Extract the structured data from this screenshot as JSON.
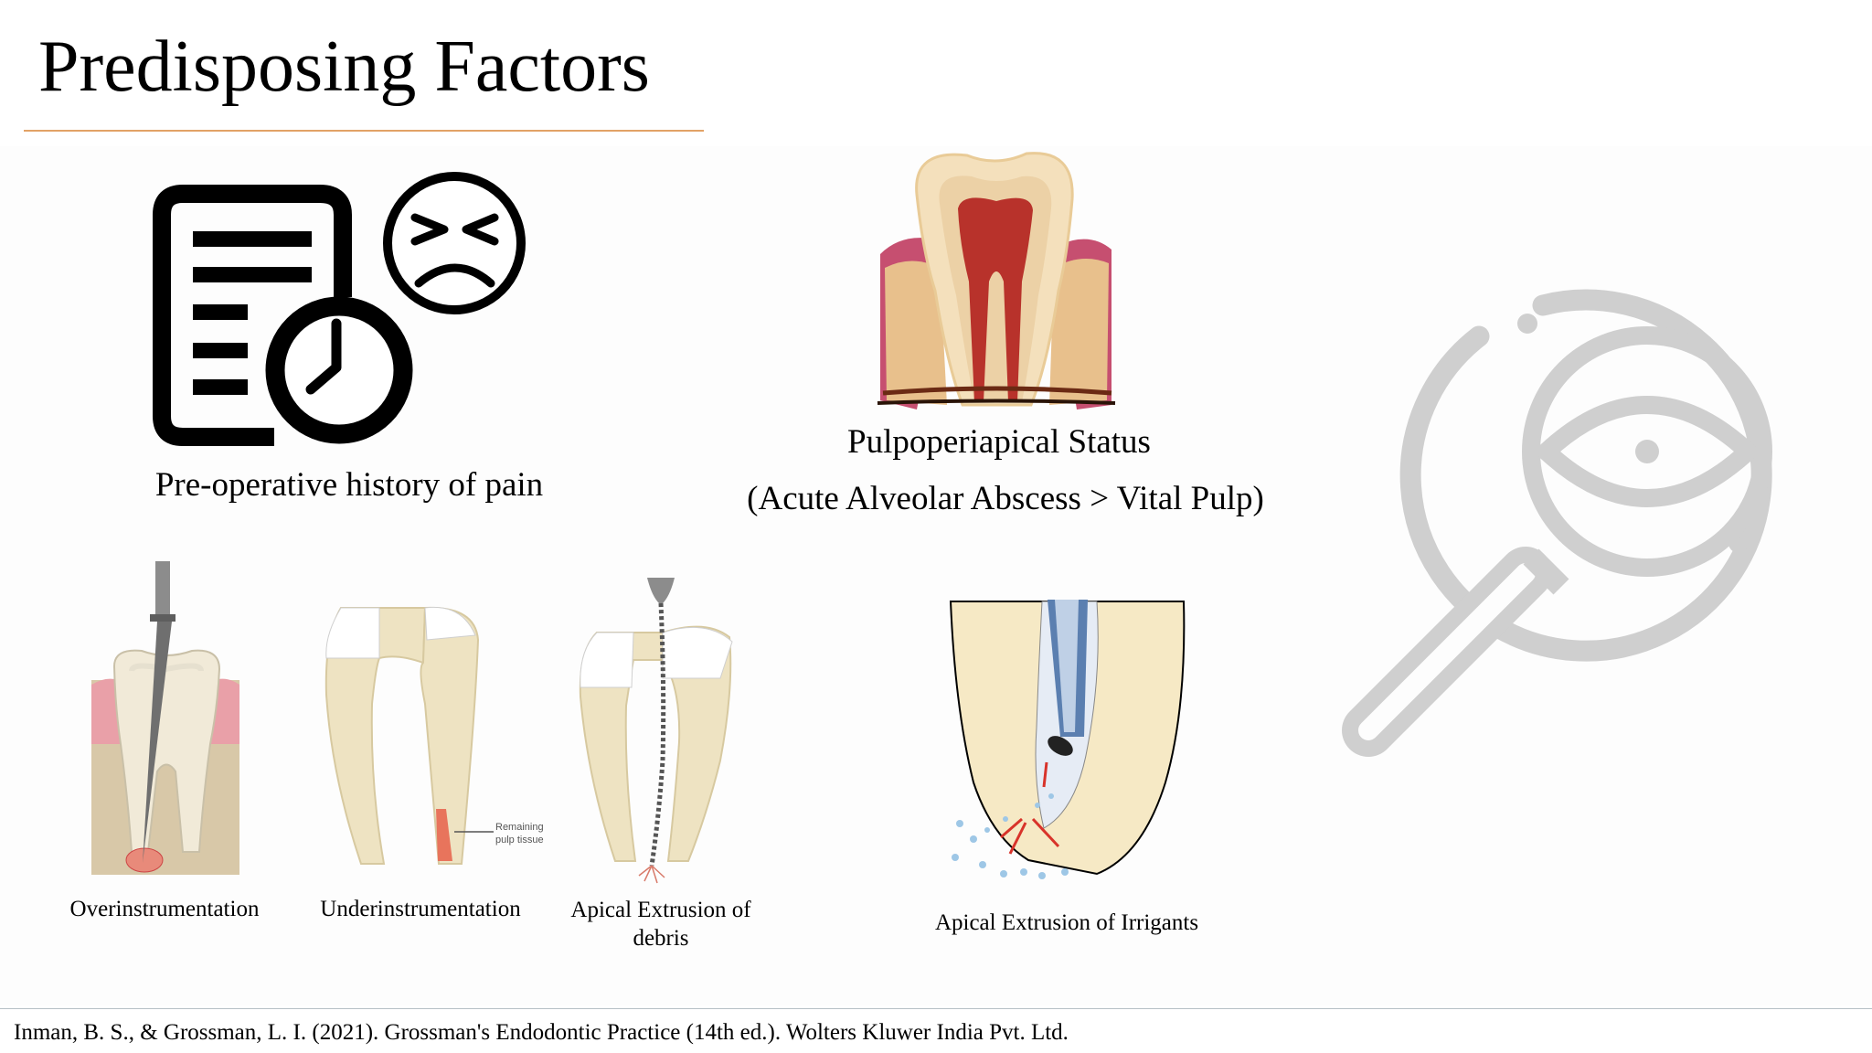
{
  "slide": {
    "title": "Predisposing Factors",
    "accent_color": "#e2a266"
  },
  "factors": {
    "history": {
      "label": "Pre-operative history of pain",
      "icons": [
        "document-icon",
        "clock-icon",
        "sad-face-icon"
      ]
    },
    "status": {
      "label": "Pulpoperiapical Status",
      "detail": "(Acute Alveolar Abscess > Vital Pulp)",
      "image": "tooth-cross-section"
    },
    "procedures": [
      {
        "label": "Overinstrumentation",
        "image": "file-past-apex"
      },
      {
        "label": "Underinstrumentation",
        "image": "remaining-pulp",
        "callout": [
          "Remaining",
          "pulp tissue"
        ]
      },
      {
        "label_lines": [
          "Apical Extrusion of",
          "debris"
        ],
        "image": "debris-extrusion"
      },
      {
        "label": "Apical Extrusion of  Irrigants",
        "image": "irrigant-extrusion"
      }
    ]
  },
  "decoration": {
    "icon": "magnifier-eye-icon",
    "color": "#cfcfcf"
  },
  "footer": {
    "reference": "Inman, B. S., & Grossman, L. I. (2021). Grossman's Endodontic Practice (14th ed.). Wolters Kluwer India Pvt. Ltd."
  }
}
